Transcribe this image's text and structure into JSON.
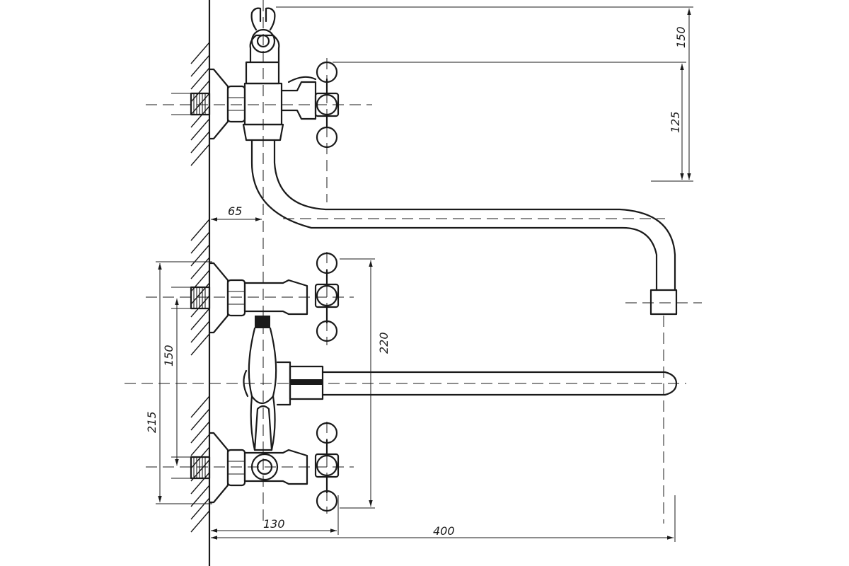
{
  "dimensions": {
    "d150_top": "150",
    "d125": "125",
    "d65": "65",
    "d220": "220",
    "d150_left": "150",
    "d215": "215",
    "d130": "130",
    "d400": "400"
  }
}
